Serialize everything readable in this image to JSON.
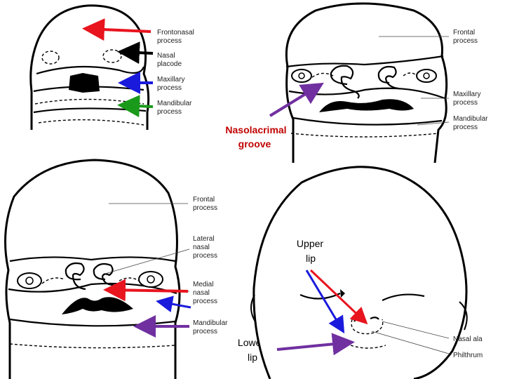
{
  "panel_tl": {
    "labels": [
      "Frontonasal",
      "process",
      "Nasal",
      "placode",
      "Maxillary",
      "process",
      "Mandibular",
      "process"
    ]
  },
  "panel_tr": {
    "labels": [
      "Frontal",
      "process",
      "Maxillary",
      "process",
      "Mandibular",
      "process"
    ],
    "callout": [
      "Nasolacrimal",
      "groove"
    ]
  },
  "panel_bl": {
    "labels": [
      "Frontal",
      "process",
      "Lateral",
      "nasal",
      "process",
      "Medial",
      "nasal",
      "process",
      "Mandibular",
      "process"
    ],
    "callout": [
      "Lower",
      "lip"
    ]
  },
  "panel_br": {
    "labels": [
      "Nasal ala",
      "Philthrum"
    ],
    "callout": [
      "Upper",
      "lip"
    ]
  },
  "colors": {
    "red": "#e8141e",
    "black": "#000000",
    "blue": "#1a1adc",
    "green": "#1a9a1a",
    "purple": "#7030a0",
    "callout_text": "#c00000"
  }
}
